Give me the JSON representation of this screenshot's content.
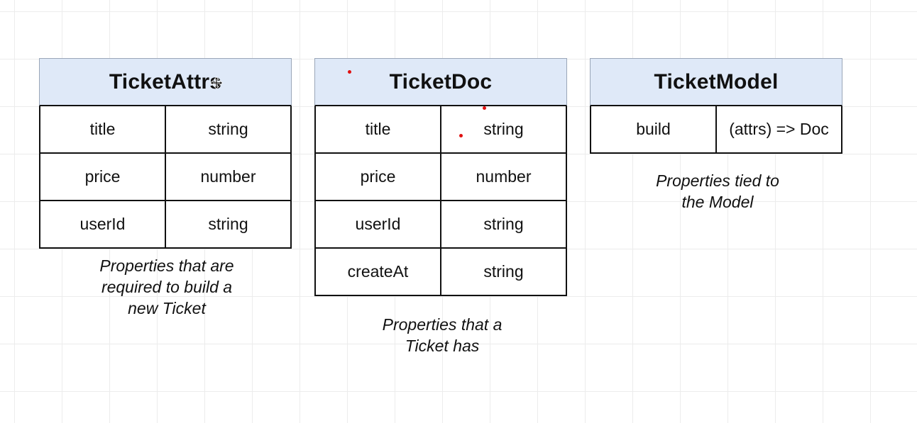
{
  "tables": {
    "attrs": {
      "title": "TicketAttrs",
      "rows": [
        [
          "title",
          "string"
        ],
        [
          "price",
          "number"
        ],
        [
          "userId",
          "string"
        ]
      ],
      "caption": "Properties that are\nrequired to build a\nnew Ticket"
    },
    "doc": {
      "title": "TicketDoc",
      "rows": [
        [
          "title",
          "string"
        ],
        [
          "price",
          "number"
        ],
        [
          "userId",
          "string"
        ],
        [
          "createAt",
          "string"
        ]
      ],
      "caption": "Properties that a\nTicket has"
    },
    "model": {
      "title": "TicketModel",
      "rows": [
        [
          "build",
          "(attrs) => Doc"
        ]
      ],
      "caption": "Properties tied to\nthe Model"
    }
  },
  "colors": {
    "header_fill": "#dfe9f8",
    "border": "#111111",
    "grid": "#ececec",
    "annotation_dot": "#e01010"
  },
  "icons": {
    "cursor": "move-cursor-icon"
  }
}
